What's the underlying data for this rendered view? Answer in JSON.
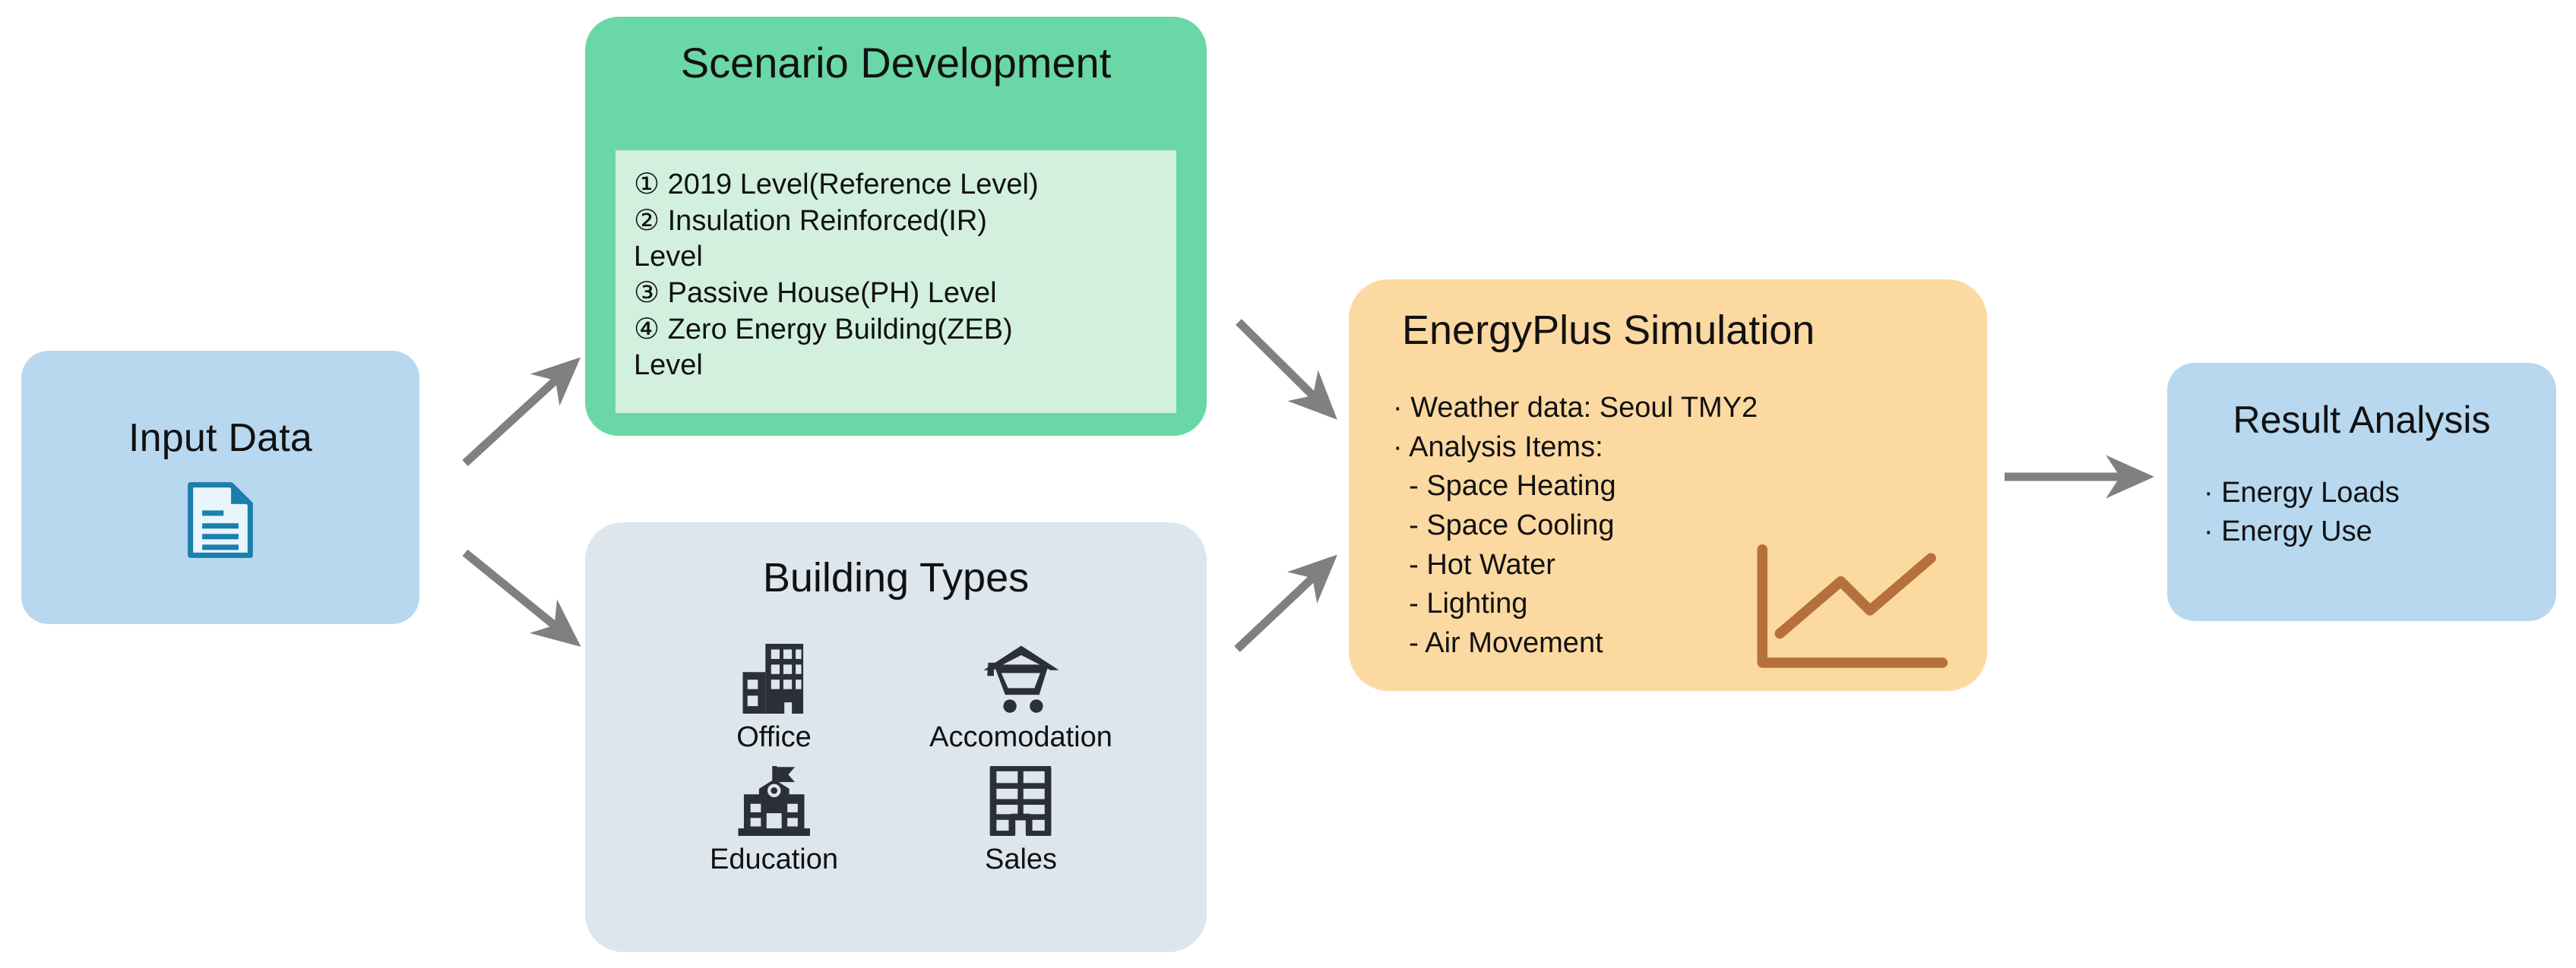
{
  "diagram": {
    "title": "EnergyPlus simulation workflow",
    "colors": {
      "input_box": "#b7d8ef",
      "scenario_box": "#6ad7a6",
      "scenario_inner": "#d2f0dd",
      "building_box": "#dde6ec",
      "energyplus_box": "#fbd9a1",
      "result_box": "#b7d8ef",
      "arrow": "#808080",
      "chart_icon": "#b5703c",
      "doc_icon": "#1b7fad",
      "building_icon": "#2b3036"
    }
  },
  "input_data": {
    "title": "Input Data",
    "icon": "document-icon"
  },
  "scenario": {
    "title": "Scenario Development",
    "items": [
      "① 2019 Level(Reference Level)",
      "② Insulation Reinforced(IR)\n    Level",
      "③ Passive House(PH) Level",
      "④ Zero Energy Building(ZEB)\n    Level"
    ]
  },
  "building_types": {
    "title": "Building Types",
    "types": [
      {
        "label": "Office",
        "icon": "office-building-icon"
      },
      {
        "label": "Accomodation",
        "icon": "shopping-cart-icon"
      },
      {
        "label": "Education",
        "icon": "school-building-icon"
      },
      {
        "label": "Sales",
        "icon": "apartment-building-icon"
      }
    ]
  },
  "energyplus": {
    "title": "EnergyPlus Simulation",
    "lines": [
      "· Weather data: Seoul TMY2",
      "· Analysis Items:",
      "  - Space Heating",
      "  - Space Cooling",
      "  - Hot Water",
      "  - Lighting",
      "  - Air Movement"
    ],
    "icon": "line-chart-icon"
  },
  "result_analysis": {
    "title": "Result Analysis",
    "lines": [
      "· Energy Loads",
      "· Energy Use"
    ]
  },
  "arrows": [
    {
      "name": "arrow-input-to-scenario",
      "from": "Input Data",
      "to": "Scenario Development"
    },
    {
      "name": "arrow-input-to-building",
      "from": "Input Data",
      "to": "Building Types"
    },
    {
      "name": "arrow-scenario-to-energyplus",
      "from": "Scenario Development",
      "to": "EnergyPlus Simulation"
    },
    {
      "name": "arrow-building-to-energyplus",
      "from": "Building Types",
      "to": "EnergyPlus Simulation"
    },
    {
      "name": "arrow-energyplus-to-result",
      "from": "EnergyPlus Simulation",
      "to": "Result Analysis"
    }
  ]
}
